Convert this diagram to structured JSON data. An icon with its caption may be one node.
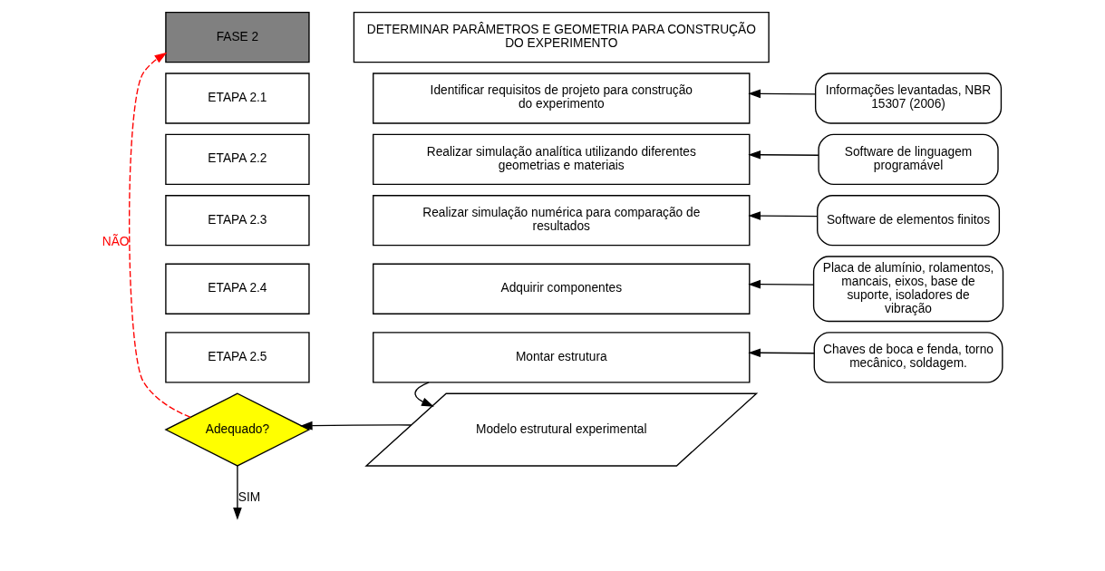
{
  "diagram": {
    "nodes": [
      {
        "text": [
          "FASE 2"
        ]
      },
      {
        "text": [
          "DETERMINAR PARÂMETROS E GEOMETRIA PARA CONSTRUÇÃO DO EXPERIMENTO"
        ]
      },
      {
        "text": [
          "ETAPA 2.1"
        ]
      },
      {
        "text": [
          "Identificar requisitos de projeto para construção do experimento"
        ]
      },
      {
        "text": [
          "Informações levantadas, NBR 15307 (2006)"
        ]
      },
      {
        "text": [
          "ETAPA 2.2"
        ]
      },
      {
        "text": [
          "Realizar simulação analítica utilizando diferentes geometrias e materiais"
        ]
      },
      {
        "text": [
          "Software de linguagem programável"
        ]
      },
      {
        "text": [
          "ETAPA 2.3"
        ]
      },
      {
        "text": [
          "Realizar simulação numérica para comparação de resultados"
        ]
      },
      {
        "text": [
          "Software de elementos finitos"
        ]
      },
      {
        "text": [
          "ETAPA 2.4"
        ]
      },
      {
        "text": [
          "Adquirir componentes"
        ]
      },
      {
        "text": [
          "Placa de alumínio, rolamentos, mancais, eixos, base de suporte, isoladores de vibração"
        ]
      },
      {
        "text": [
          "ETAPA 2.5"
        ]
      },
      {
        "text": [
          "Montar estrutura"
        ]
      },
      {
        "text": [
          "Chaves de boca e fenda, torno mecânico, soldagem."
        ]
      },
      {
        "text": [
          "Modelo estrutural experimental"
        ]
      },
      {
        "text": [
          "Adequado?"
        ]
      }
    ],
    "edges": [
      {
        "from": 4,
        "to": 3,
        "arrow": "to"
      },
      {
        "from": 7,
        "to": 6,
        "arrow": "to"
      },
      {
        "from": 10,
        "to": 9,
        "arrow": "to"
      },
      {
        "from": 13,
        "to": 12,
        "arrow": "to"
      },
      {
        "from": 16,
        "to": 15,
        "arrow": "to"
      },
      {
        "from": 15,
        "to": 17,
        "arrow": "to"
      },
      {
        "from": 17,
        "to": 18,
        "arrow": "to"
      },
      {
        "from": 18,
        "to": 0,
        "arrow": "to",
        "label": "NÃO",
        "style": "dashed",
        "color": "#ff0000"
      },
      {
        "from": 18,
        "to": null,
        "arrow": "to",
        "label": "SIM"
      }
    ]
  }
}
